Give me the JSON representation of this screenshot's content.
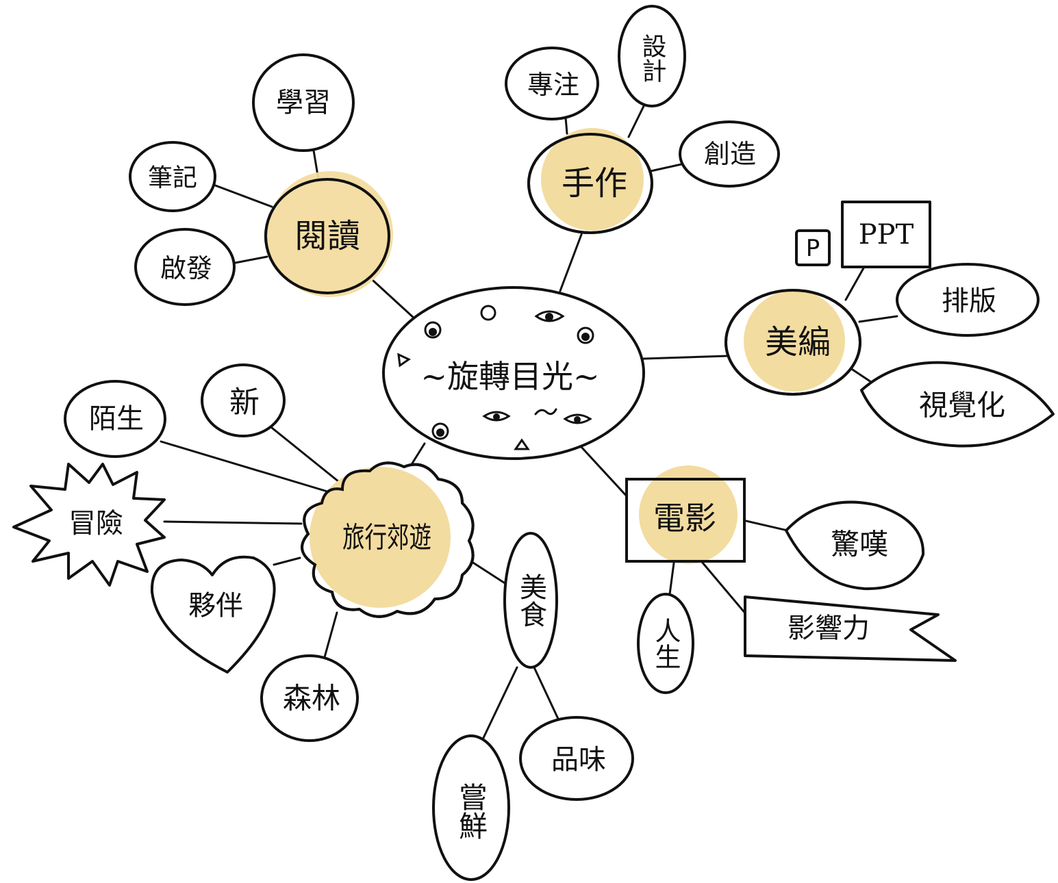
{
  "center": {
    "label": "~旋轉目光~"
  },
  "branches": {
    "reading": {
      "label": "閱讀",
      "children": [
        "學習",
        "筆記",
        "啟發"
      ]
    },
    "craft": {
      "label": "手作",
      "children": [
        "專注",
        "設計",
        "創造"
      ]
    },
    "editing": {
      "label": "美編",
      "children": [
        "P",
        "PPT",
        "排版",
        "視覺化"
      ]
    },
    "film": {
      "label": "電影",
      "children": [
        "驚嘆",
        "人生",
        "影響力"
      ]
    },
    "travel": {
      "label": "旅行郊遊",
      "children": [
        "陌生",
        "新",
        "冒險",
        "夥伴",
        "森林",
        "美食"
      ]
    },
    "food": {
      "children": [
        "嘗鮮",
        "品味"
      ]
    }
  },
  "colors": {
    "highlight": "#f3dca0",
    "ink": "#111111",
    "paper": "#ffffff"
  }
}
